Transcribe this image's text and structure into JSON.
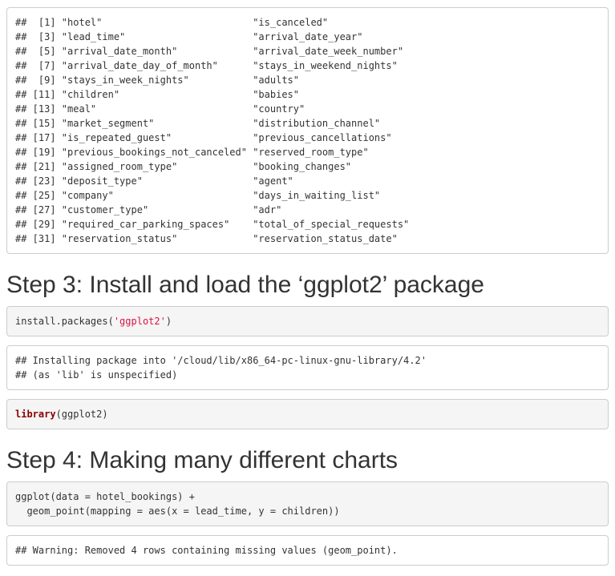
{
  "theme": {
    "background": "#ffffff",
    "text_color": "#333333",
    "border_color": "#cccccc",
    "code_block_bg": "#f5f5f5",
    "output_block_bg": "#ffffff",
    "string_color": "#dd1144",
    "keyword_color": "#8b0000",
    "heading_color": "#333333"
  },
  "colnames_output": {
    "lines": [
      "##  [1] \"hotel\"                          \"is_canceled\"",
      "##  [3] \"lead_time\"                      \"arrival_date_year\"",
      "##  [5] \"arrival_date_month\"             \"arrival_date_week_number\"",
      "##  [7] \"arrival_date_day_of_month\"      \"stays_in_weekend_nights\"",
      "##  [9] \"stays_in_week_nights\"           \"adults\"",
      "## [11] \"children\"                       \"babies\"",
      "## [13] \"meal\"                           \"country\"",
      "## [15] \"market_segment\"                 \"distribution_channel\"",
      "## [17] \"is_repeated_guest\"              \"previous_cancellations\"",
      "## [19] \"previous_bookings_not_canceled\" \"reserved_room_type\"",
      "## [21] \"assigned_room_type\"             \"booking_changes\"",
      "## [23] \"deposit_type\"                   \"agent\"",
      "## [25] \"company\"                        \"days_in_waiting_list\"",
      "## [27] \"customer_type\"                  \"adr\"",
      "## [29] \"required_car_parking_spaces\"    \"total_of_special_requests\"",
      "## [31] \"reservation_status\"             \"reservation_status_date\""
    ]
  },
  "step3": {
    "heading": "Step 3: Install and load the ‘ggplot2’ package"
  },
  "install_code": {
    "before": "install.packages(",
    "string": "'ggplot2'",
    "after": ")"
  },
  "install_output": {
    "lines": [
      "## Installing package into '/cloud/lib/x86_64-pc-linux-gnu-library/4.2'",
      "## (as 'lib' is unspecified)"
    ]
  },
  "library_code": {
    "keyword": "library",
    "after": "(ggplot2)"
  },
  "step4": {
    "heading": "Step 4: Making many different charts"
  },
  "ggplot_code": {
    "lines": [
      "ggplot(data = hotel_bookings) +",
      "  geom_point(mapping = aes(x = lead_time, y = children))"
    ]
  },
  "warning_output": {
    "lines": [
      "## Warning: Removed 4 rows containing missing values (geom_point)."
    ]
  }
}
